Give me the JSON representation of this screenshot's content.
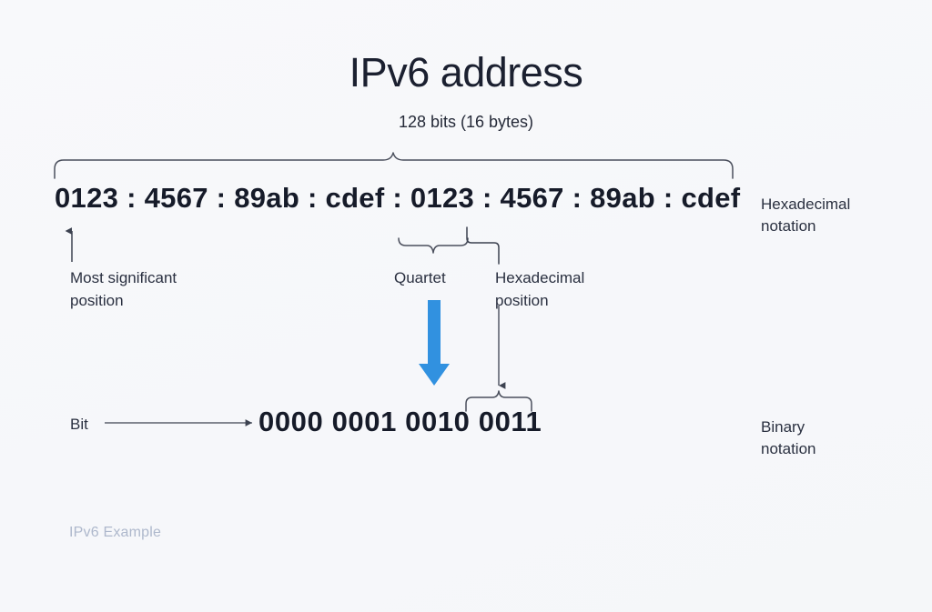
{
  "page": {
    "title": "IPv6 address",
    "subtitle": "128 bits (16 bytes)",
    "footer_caption": "IPv6 Example",
    "background_color": "#f7f8fa",
    "text_color": "#161b29",
    "accent_color": "#3498db",
    "muted_color": "#aeb8cc",
    "stroke_color": "#4a4f5c"
  },
  "address": {
    "hexadecimal": "0123 : 4567 : 89ab : cdef : 0123 : 4567 : 89ab : cdef",
    "quartets": [
      "0123",
      "4567",
      "89ab",
      "cdef",
      "0123",
      "4567",
      "89ab",
      "cdef"
    ],
    "separator": ":",
    "binary": "0000 0001 0010 0011",
    "binary_nibbles": [
      "0000",
      "0001",
      "0010",
      "0011"
    ]
  },
  "notations": {
    "hexadecimal": "Hexadecimal\nnotation",
    "binary": "Binary\nnotation"
  },
  "callouts": {
    "most_significant": "Most significant\nposition",
    "quartet": "Quartet",
    "hexadecimal_position": "Hexadecimal\nposition",
    "bit": "Bit"
  },
  "icons": {
    "top_brace": "brace-down-icon",
    "quartet_brace": "brace-down-small-icon",
    "binary_brace": "brace-up-small-icon",
    "most_significant_arrow": "arrow-up-icon",
    "expand_arrow": "arrow-down-thick-icon",
    "hex_position_connector": "elbow-arrow-down-icon",
    "bit_arrow": "arrow-right-icon"
  }
}
